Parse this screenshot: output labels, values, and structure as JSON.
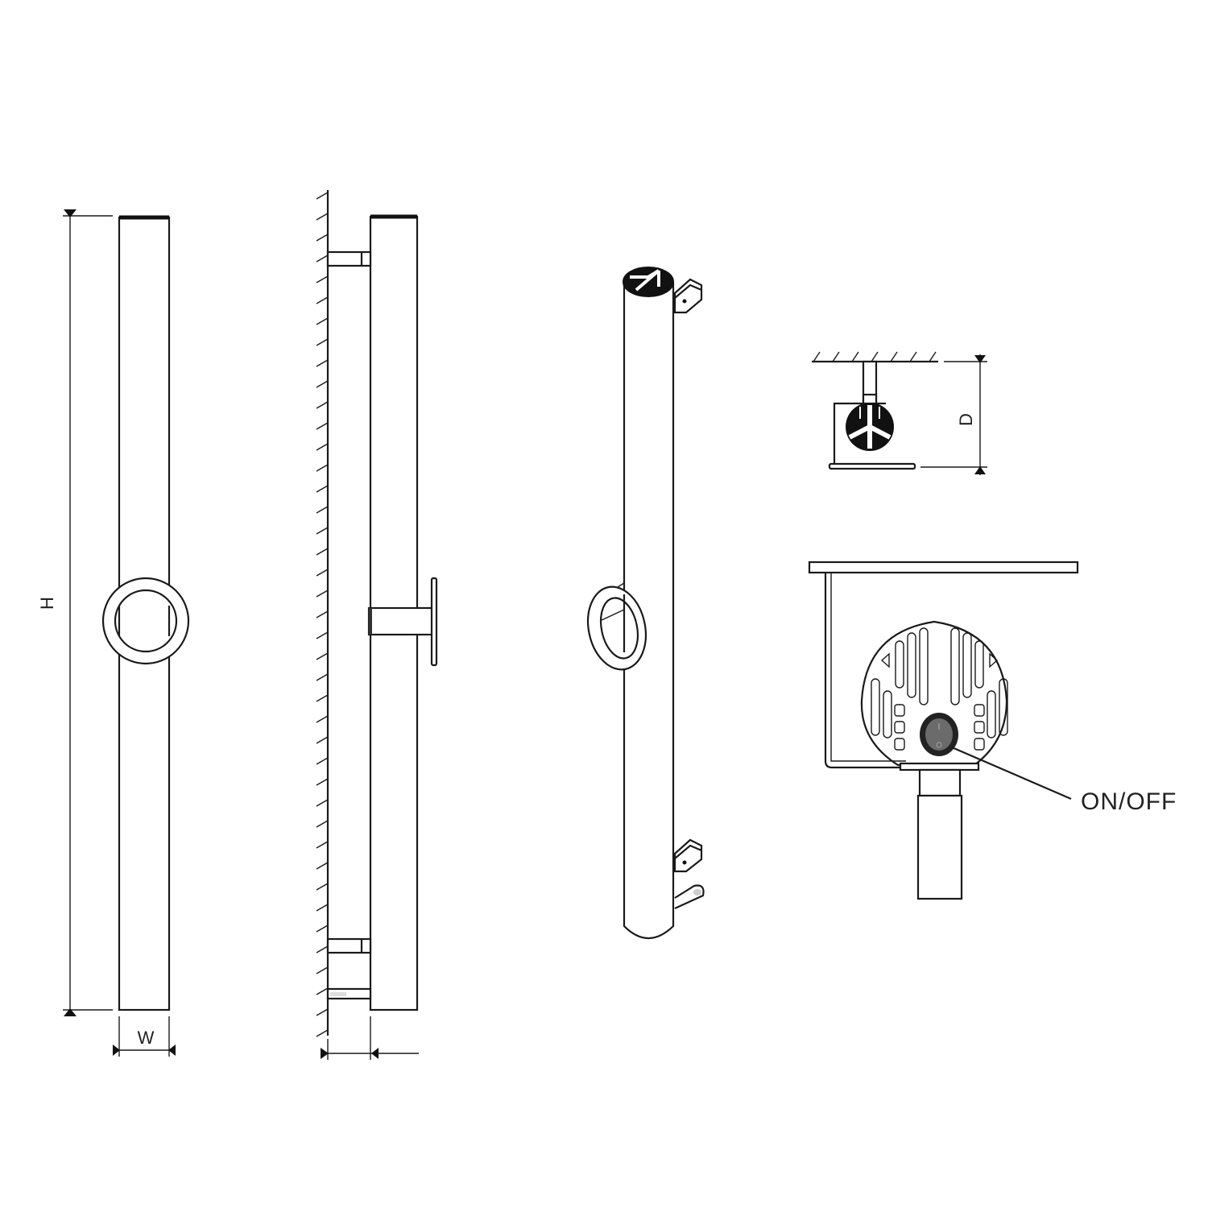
{
  "diagram": {
    "type": "technical-dimension-drawing",
    "subject": "vertical tubular towel rail / heater with ring holder",
    "colors": {
      "line": "#1a1a1a",
      "background": "#ffffff",
      "switch": "#555555"
    },
    "views": [
      {
        "id": "front-view",
        "description": "front elevation with ring, height and width dimensions"
      },
      {
        "id": "side-view",
        "description": "side elevation mounted on wall with brackets and depth dimension"
      },
      {
        "id": "perspective-view",
        "description": "3D perspective of tube with ring and mounting brackets"
      },
      {
        "id": "top-view",
        "description": "top view with wall mount and depth dimension"
      },
      {
        "id": "detail-view",
        "description": "enlarged detail of vented end cap with on/off switch"
      }
    ],
    "dimensions": {
      "height_label": "H",
      "width_label": "W",
      "depth_label": "D"
    },
    "callouts": {
      "switch_label": "ON/OFF"
    }
  }
}
